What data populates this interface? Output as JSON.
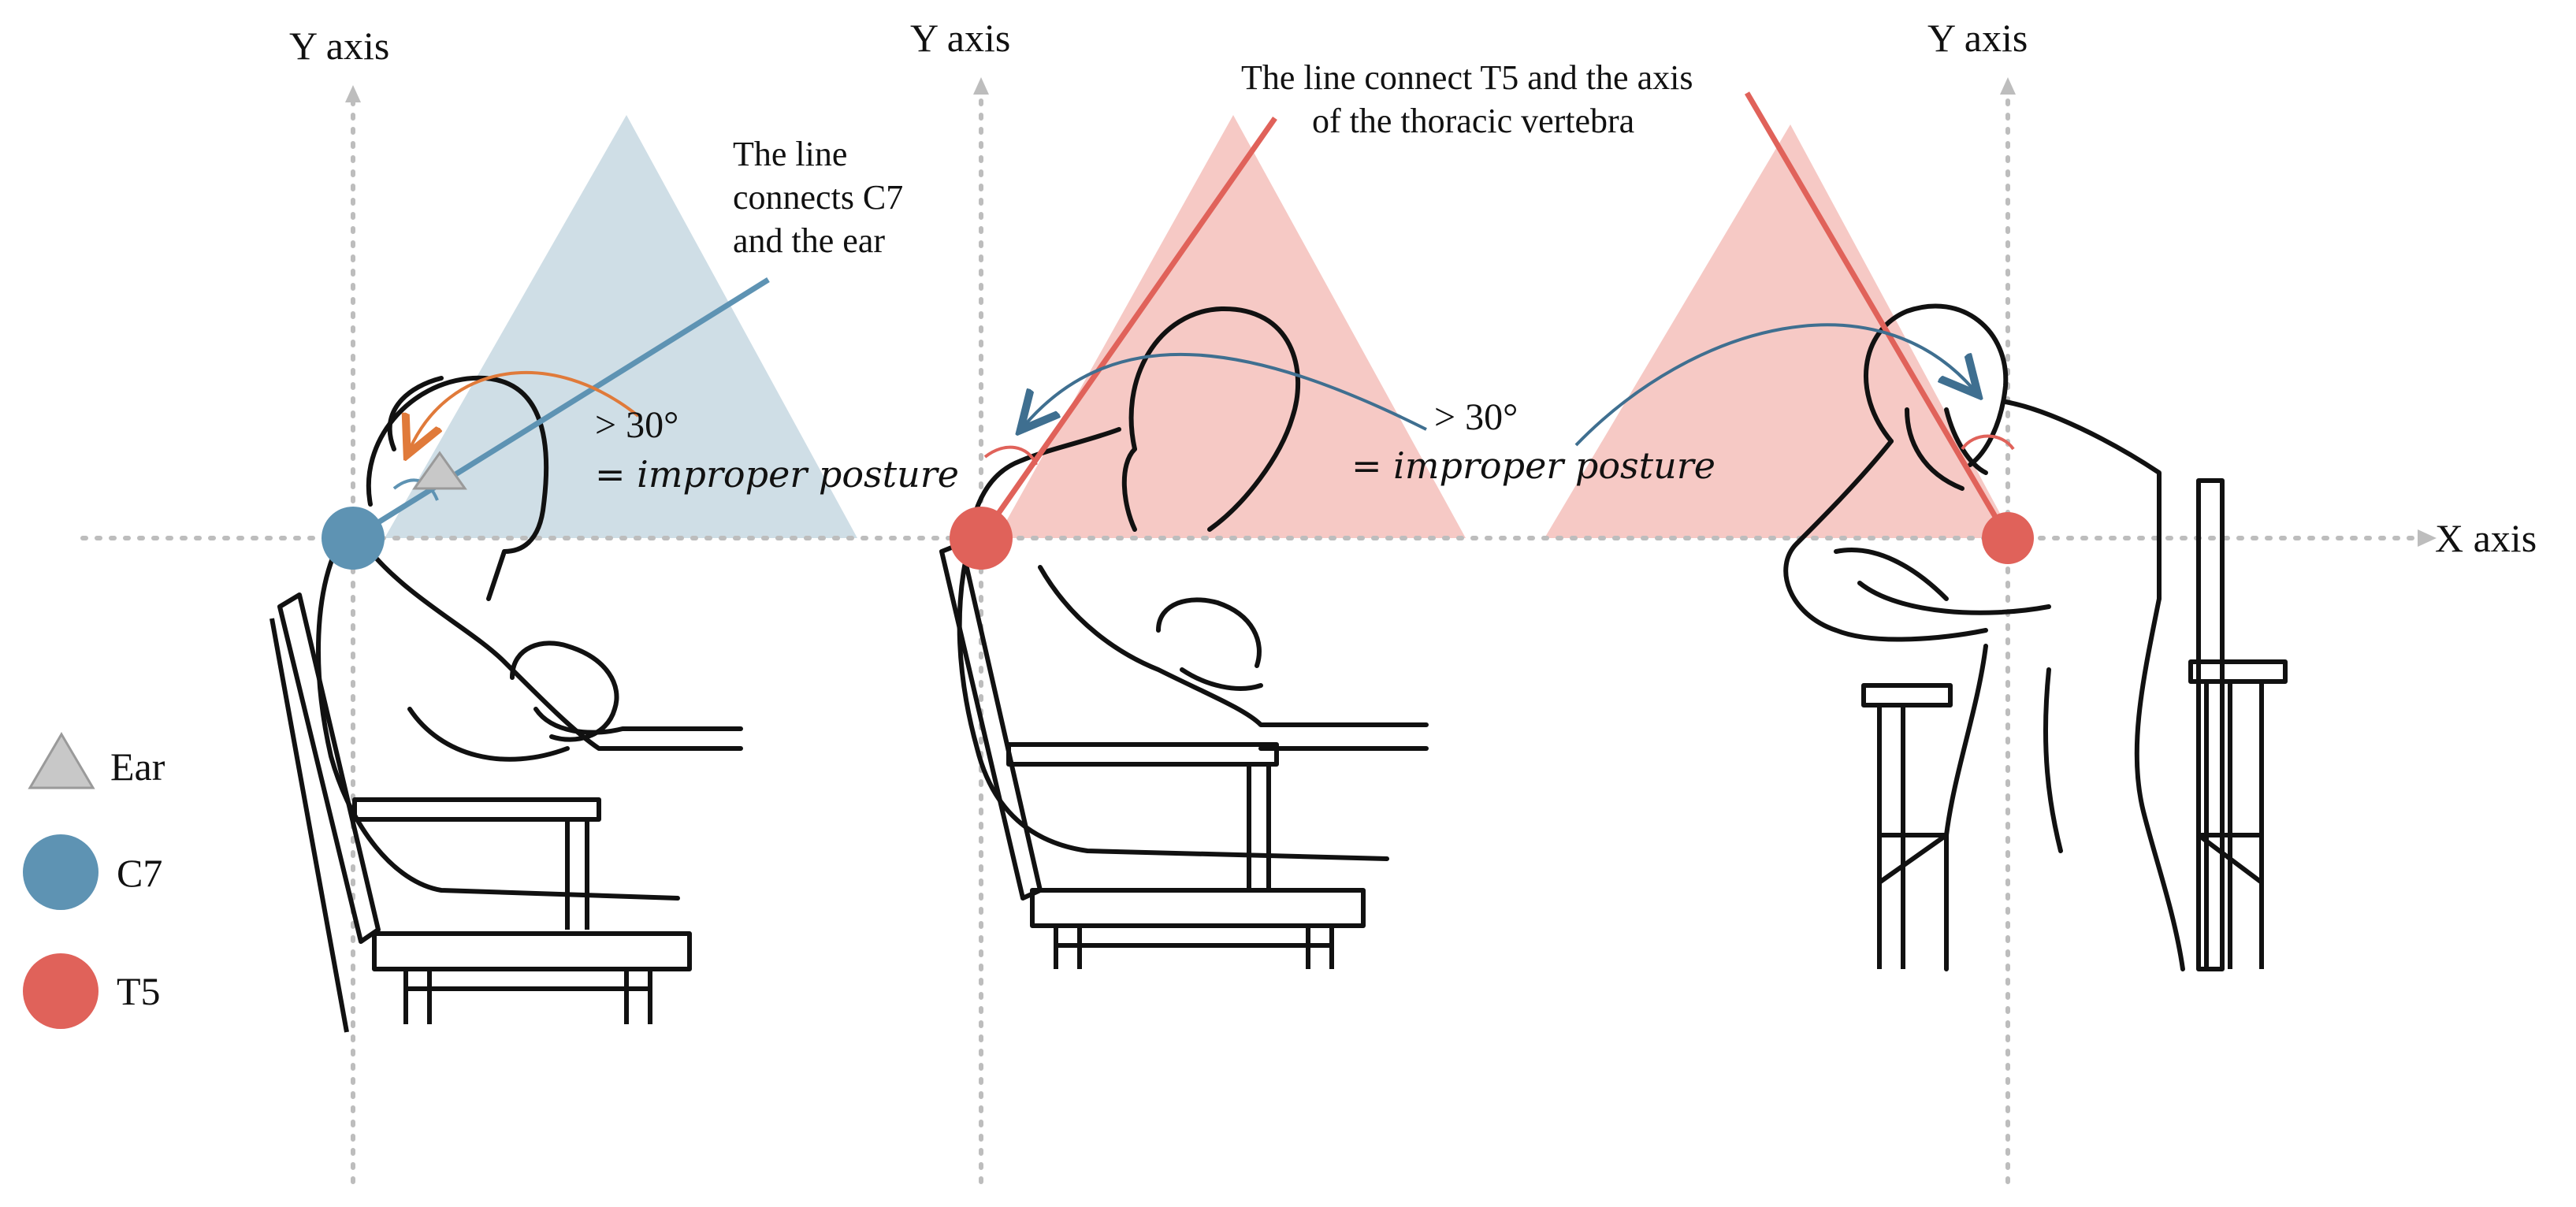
{
  "axes": {
    "y_label_1": "Y axis",
    "y_label_2": "Y axis",
    "y_label_3": "Y axis",
    "x_label": "X axis"
  },
  "annotations": {
    "c7_line_text": [
      "The line",
      "connects C7",
      "and the ear"
    ],
    "t5_line_text": [
      "The line connect T5 and the axis",
      "of the thoracic vertebra"
    ],
    "angle_1": "> 30°",
    "posture_1": "= improper posture",
    "angle_2": "> 30°",
    "posture_2": "= improper posture"
  },
  "legend": {
    "items": [
      {
        "label": "Ear",
        "shape": "triangle",
        "color": "#c8c8c8"
      },
      {
        "label": "C7",
        "shape": "circle",
        "color": "#5e93b3"
      },
      {
        "label": "T5",
        "shape": "circle",
        "color": "#e0625a"
      }
    ]
  },
  "colors": {
    "blue_fill": "#cfdee6",
    "red_fill": "#f6c9c5",
    "blue_line": "#5e93b3",
    "red_line": "#e0625a",
    "orange_arrow": "#e07a3a",
    "axis_dots": "#bdbdbd"
  }
}
